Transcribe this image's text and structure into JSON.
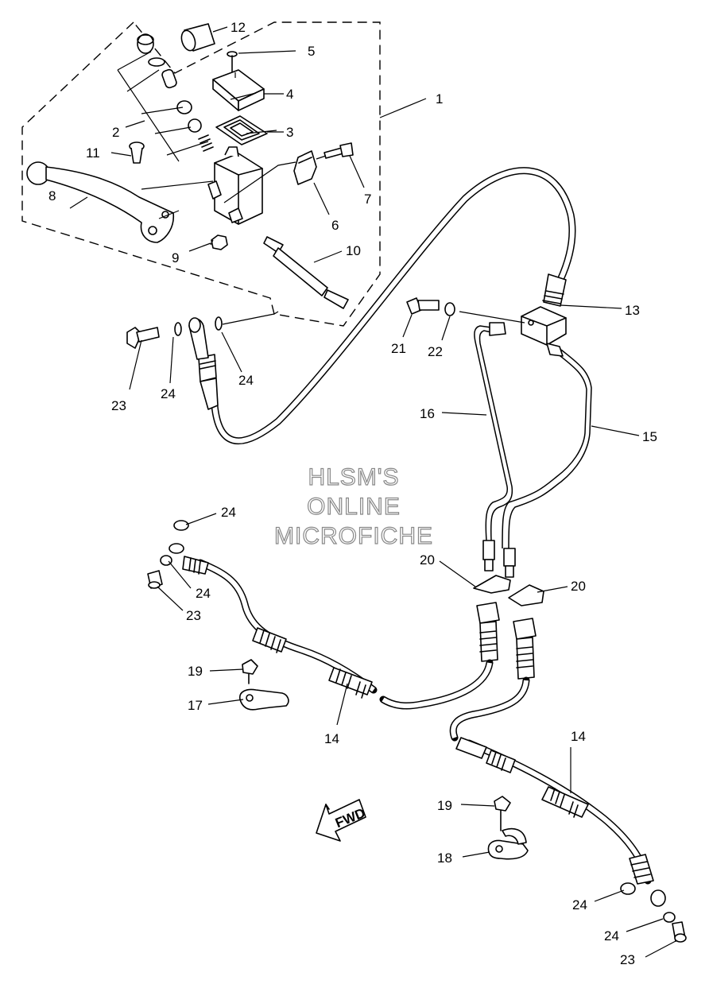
{
  "watermark": {
    "line1": "HLSM'S",
    "line2": "ONLINE",
    "line3": "MICROFICHE"
  },
  "fwd_label": "FWD",
  "callouts": {
    "c1": "1",
    "c2": "2",
    "c3": "3",
    "c4": "4",
    "c5": "5",
    "c6": "6",
    "c7": "7",
    "c8": "8",
    "c9": "9",
    "c10": "10",
    "c11": "11",
    "c12": "12",
    "c13": "13",
    "c14a": "14",
    "c14b": "14",
    "c15": "15",
    "c16": "16",
    "c17": "17",
    "c18": "18",
    "c19a": "19",
    "c19b": "19",
    "c20a": "20",
    "c20b": "20",
    "c21": "21",
    "c22": "22",
    "c23a": "23",
    "c23b": "23",
    "c23c": "23",
    "c24a": "24",
    "c24b": "24",
    "c24c": "24",
    "c24d": "24",
    "c24e": "24",
    "c24f": "24"
  }
}
